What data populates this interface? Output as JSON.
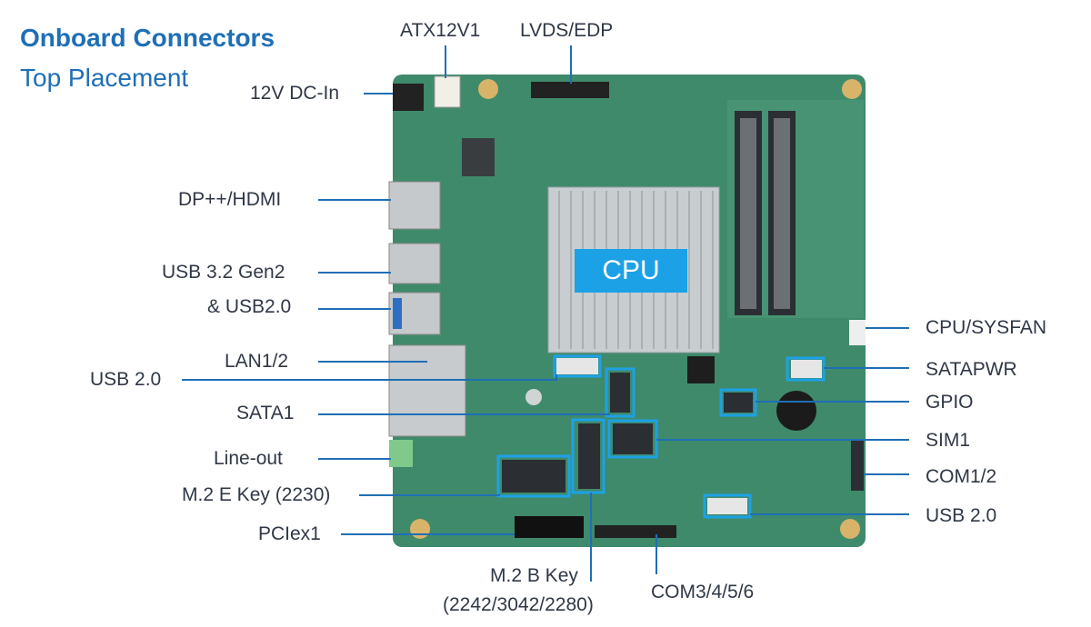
{
  "title": "Onboard Connectors",
  "subtitle": "Top Placement",
  "cpu_label": "CPU",
  "accent_color": "#1f6fb5",
  "highlight_color": "#1da1e6",
  "board_color": "#3f8a6b",
  "labels": {
    "atx12v1": "ATX12V1",
    "lvds_edp": "LVDS/EDP",
    "dc_in": "12V DC-In",
    "dp_hdmi": "DP++/HDMI",
    "usb32": "USB 3.2 Gen2",
    "usb20_amp": "& USB2.0",
    "lan": "LAN1/2",
    "usb20_left": "USB 2.0",
    "sata1": "SATA1",
    "line_out": "Line-out",
    "m2e": "M.2 E Key (2230)",
    "pciex1": "PCIex1",
    "m2b": "M.2 B Key",
    "m2b_sizes": "(2242/3042/2280)",
    "com3456": "COM3/4/5/6",
    "cpu_sysfan": "CPU/SYSFAN",
    "satapwr": "SATAPWR",
    "gpio": "GPIO",
    "sim1": "SIM1",
    "com12": "COM1/2",
    "usb20_right": "USB 2.0"
  }
}
